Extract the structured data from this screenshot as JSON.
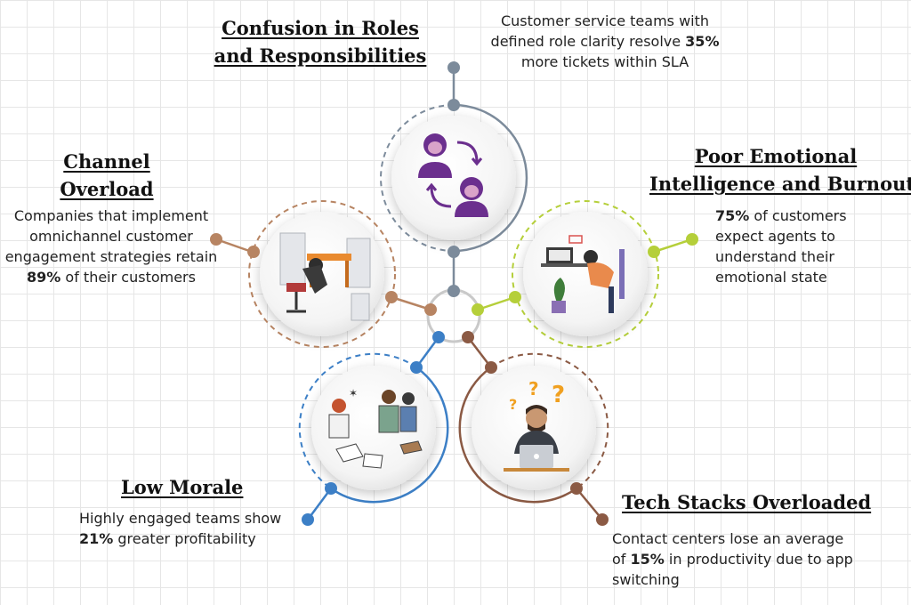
{
  "colors": {
    "roles": "#7c8b9b",
    "emotional": "#b5cf3a",
    "channel": "#b78462",
    "morale": "#3c7fc6",
    "tech": "#8b5a44"
  },
  "nodes": {
    "roles": {
      "title_line1": "Confusion in Roles",
      "title_line2": "and Responsibilities",
      "desc": [
        "Customer service teams with",
        "defined role clarity resolve ",
        "35%",
        "more tickets within SLA"
      ],
      "icon": "role-swap-icon"
    },
    "channel": {
      "title_line1": "Channel",
      "title_line2": "Overload",
      "desc": [
        "Companies that implement",
        "omnichannel customer",
        "engagement strategies retain",
        "89%",
        " of their customers"
      ],
      "icon": "overloaded-worker-icon"
    },
    "emotional": {
      "title_line1": "Poor Emotional",
      "title_line2": "Intelligence and Burnout",
      "desc": [
        "75%",
        " of customers",
        "expect agents to",
        "understand their",
        "emotional state"
      ],
      "icon": "burnout-worker-icon"
    },
    "morale": {
      "title": "Low Morale",
      "desc": [
        "Highly engaged teams show",
        "21%",
        " greater profitability"
      ],
      "icon": "stressed-team-icon"
    },
    "tech": {
      "title": "Tech Stacks Overloaded",
      "desc": [
        "Contact centers lose an average",
        "of ",
        "15%",
        " in productivity due to app",
        "switching"
      ],
      "icon": "confused-laptop-user-icon"
    }
  }
}
